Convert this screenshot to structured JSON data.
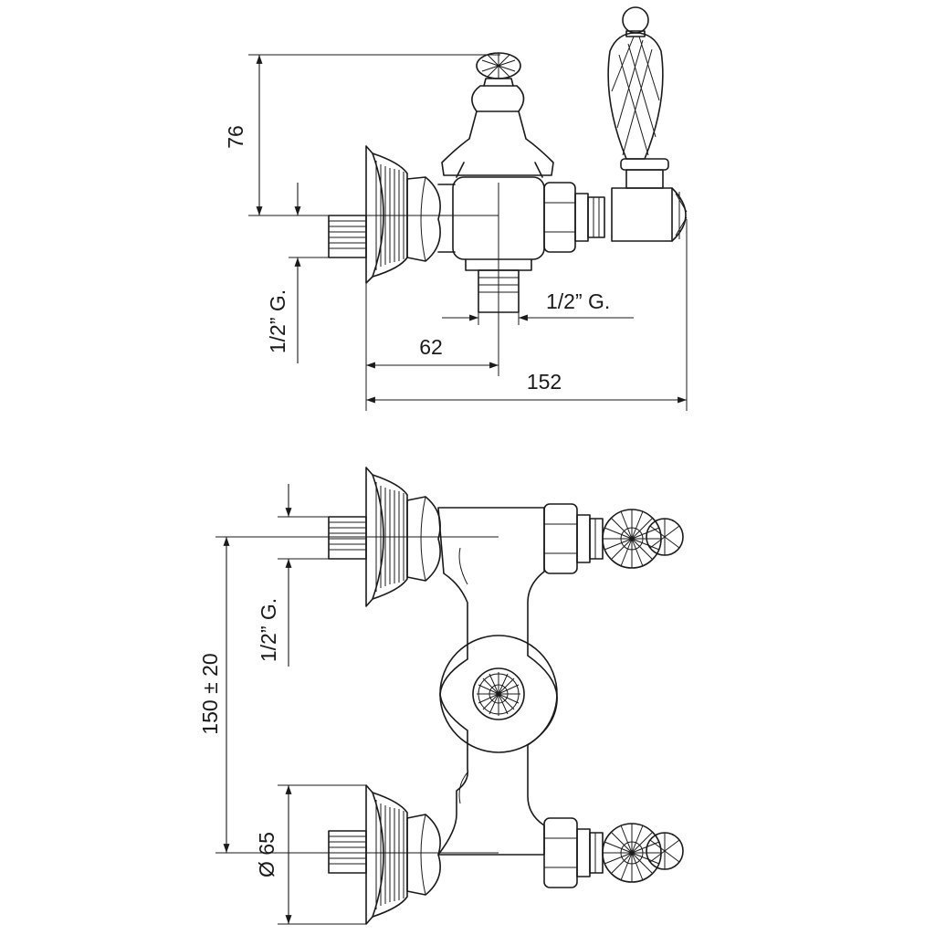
{
  "side_view": {
    "height_label": "76",
    "inlet_thread_label": "1/2” G.",
    "outlet_thread_label": "1/2” G.",
    "outlet_offset_label": "62",
    "total_length_label": "152"
  },
  "front_view": {
    "thread_label": "1/2” G.",
    "center_distance_label": "150 ± 20",
    "flange_diameter_label": "Ø 65"
  },
  "colors": {
    "line": "#1a1a1a",
    "background": "#ffffff"
  }
}
